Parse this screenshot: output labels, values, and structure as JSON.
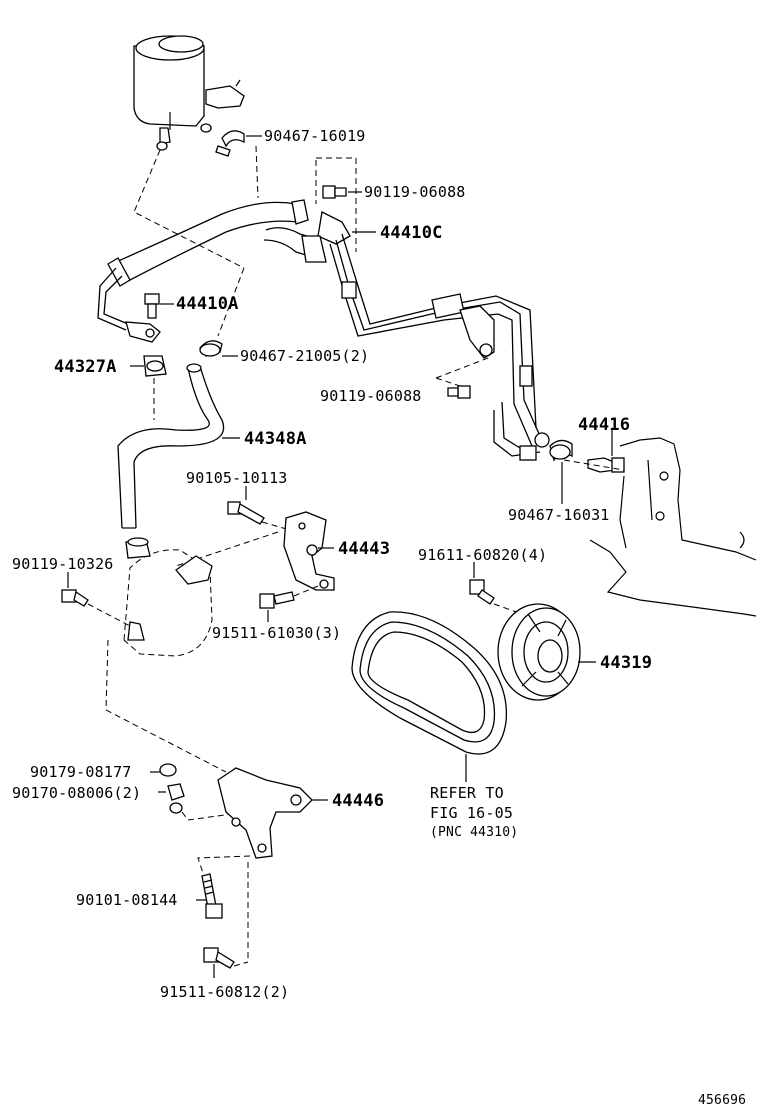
{
  "labels": {
    "p_90467_16019": "90467-16019",
    "p_90119_06088_a": "90119-06088",
    "p_44410C": "44410C",
    "p_44410A": "44410A",
    "p_90467_21005": "90467-21005(2)",
    "p_44327A": "44327A",
    "p_90119_06088_b": "90119-06088",
    "p_44416": "44416",
    "p_44348A": "44348A",
    "p_90105_10113": "90105-10113",
    "p_90467_16031": "90467-16031",
    "p_44443": "44443",
    "p_90119_10326": "90119-10326",
    "p_91611_60820": "91611-60820(4)",
    "p_91511_61030": "91511-61030(3)",
    "p_44319": "44319",
    "p_90179_08177": "90179-08177",
    "p_90170_08006": "90170-08006(2)",
    "p_44446": "44446",
    "p_90101_08144": "90101-08144",
    "p_91511_60812": "91511-60812(2)",
    "refer_line1": "REFER TO",
    "refer_line2": "FIG 16-05",
    "refer_line3": "(PNC 44310)",
    "illustration_id": "456696"
  }
}
